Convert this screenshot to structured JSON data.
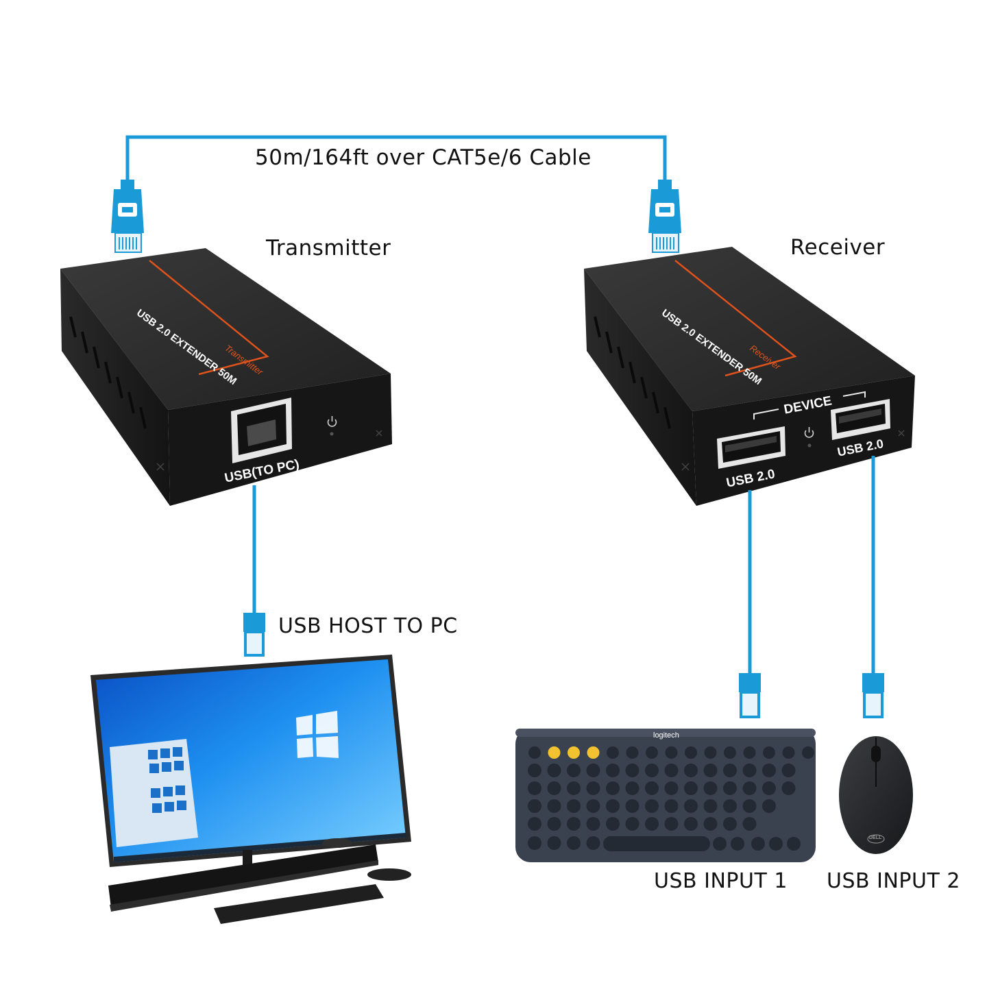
{
  "labels": {
    "cable": "50m/164ft over CAT5e/6 Cable",
    "transmitter": "Transmitter",
    "receiver": "Receiver",
    "usb_host": "USB HOST TO PC",
    "usb_input_1": "USB INPUT 1",
    "usb_input_2": "USB INPUT 2"
  },
  "transmitter_unit": {
    "top_text": "USB 2.0 EXTENDER 50M",
    "role_text": "Transmitter",
    "port_label": "USB(TO PC)"
  },
  "receiver_unit": {
    "top_text": "USB 2.0 EXTENDER 50M",
    "role_text": "Receiver",
    "group_label": "DEVICE",
    "port_label_left": "USB 2.0",
    "port_label_right": "USB 2.0"
  },
  "keyboard": {
    "brand": "logitech"
  },
  "mouse": {
    "brand": "DELL"
  },
  "colors": {
    "cable": "#1a9ad6",
    "device_body": "#1c1c1c",
    "accent_line": "#e0531c",
    "keyboard": "#3a4250",
    "key_yellow": "#f2c230"
  }
}
